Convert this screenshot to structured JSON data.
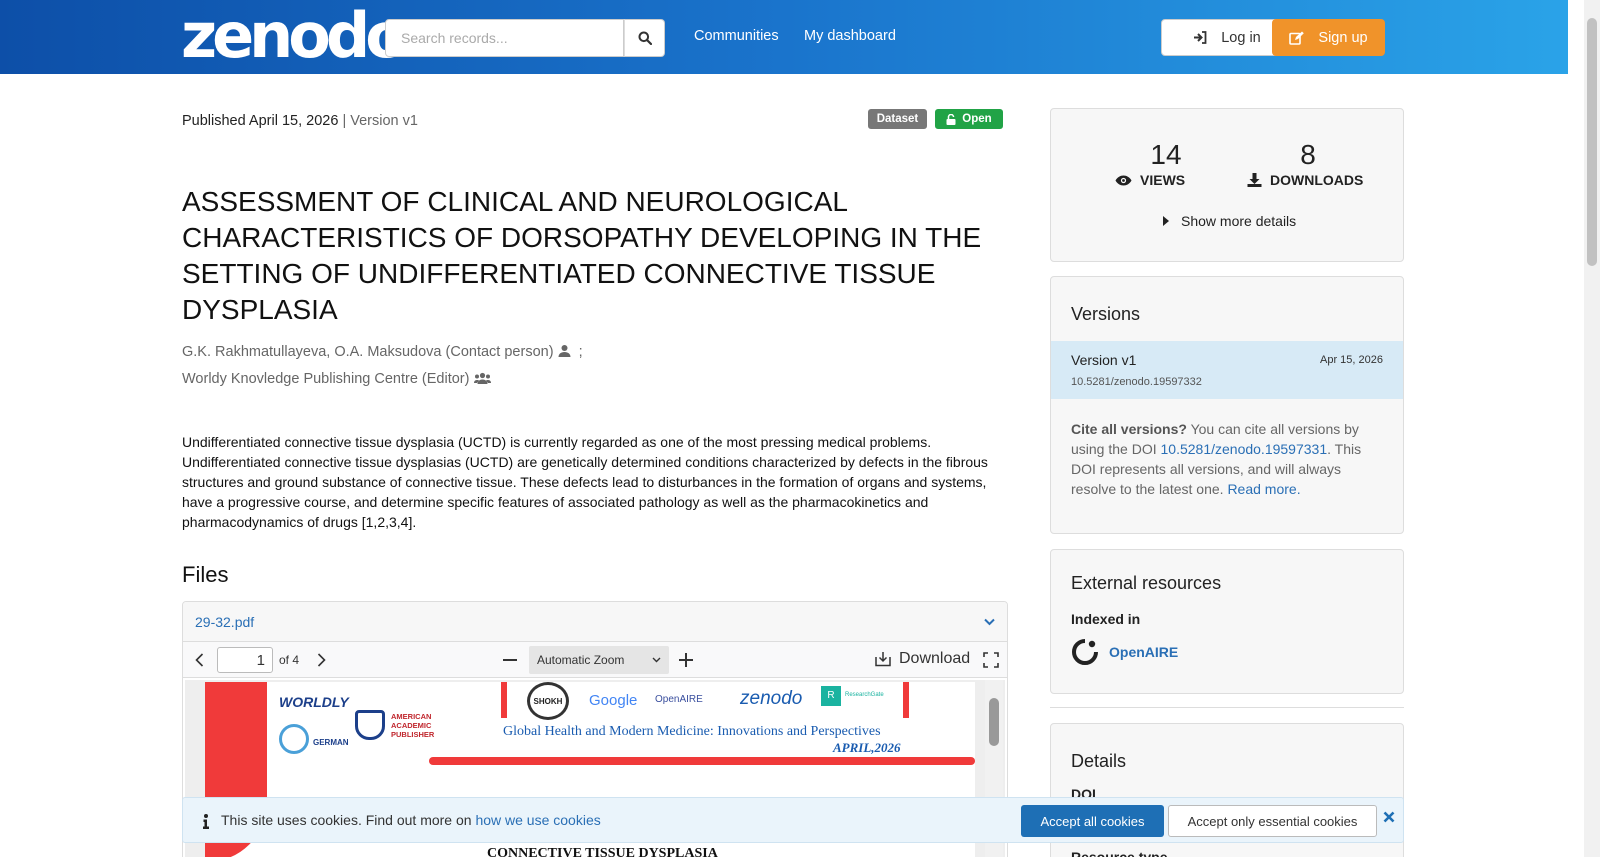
{
  "header": {
    "logo": "zenodo",
    "search_placeholder": "Search records...",
    "nav": [
      "Communities",
      "My dashboard"
    ],
    "login": "Log in",
    "signup": "Sign up"
  },
  "record": {
    "published_label": "Published April 15, 2026",
    "version_label": "| Version v1",
    "badge_type": "Dataset",
    "badge_access": "Open",
    "title": "ASSESSMENT OF CLINICAL AND NEUROLOGICAL CHARACTERISTICS OF DORSOPATHY DEVELOPING IN THE SETTING OF UNDIFFERENTIATED CONNECTIVE TISSUE DYSPLASIA",
    "authors": "G.K. Rakhmatullayeva, O.A. Maksudova (Contact person)",
    "authors_suffix": ";",
    "editor": "Worldy Knovledge Publishing Centre (Editor)",
    "abstract": "Undifferentiated connective tissue dysplasia (UCTD) is currently regarded as one of the most pressing medical problems. Undifferentiated connective tissue dysplasias (UCTD) are genetically determined conditions characterized by defects in the fibrous structures and ground substance of connective tissue. These defects lead to disturbances in the formation of organs and systems, have a progressive course, and determine specific features of associated pathology as well as the pharmacokinetics and pharmacodynamics of drugs [1,2,3,4]."
  },
  "files": {
    "heading": "Files",
    "filename": "29-32.pdf",
    "page": "1",
    "page_of": "of 4",
    "zoom": "Automatic Zoom",
    "download": "Download",
    "preview": {
      "brand1": "WORLDLY",
      "brand2": "GERMAN",
      "brand3": "AMERICAN ACADEMIC PUBLISHER",
      "logos": [
        "SHOKH",
        "Google",
        "OpenAIRE",
        "zenodo",
        "ResearchGate"
      ],
      "conference": "Global Health and Modern Medicine: Innovations and Perspectives",
      "date": "APRIL,2026",
      "bottom_text": "CONNECTIVE TISSUE DYSPLASIA"
    }
  },
  "stats": {
    "views": "14",
    "views_label": "VIEWS",
    "downloads": "8",
    "downloads_label": "DOWNLOADS",
    "more": "Show more details"
  },
  "versions": {
    "heading": "Versions",
    "item_label": "Version v1",
    "item_date": "Apr 15, 2026",
    "item_doi": "10.5281/zenodo.19597332",
    "cite_bold": "Cite all versions?",
    "cite_text1": " You can cite all versions by using the DOI ",
    "cite_doi": "10.5281/zenodo.19597331",
    "cite_text2": ". This DOI represents all versions, and will always resolve to the latest one. ",
    "read_more": "Read more."
  },
  "external": {
    "heading": "External resources",
    "indexed": "Indexed in",
    "resource": "OpenAIRE"
  },
  "details": {
    "heading": "Details",
    "doi_label": "DOI",
    "resource_type_label": "Resource type"
  },
  "cookie": {
    "text": "This site uses cookies. Find out more on ",
    "link": "how we use cookies",
    "accept_all": "Accept all cookies",
    "accept_essential": "Accept only essential cookies"
  },
  "colors": {
    "dataset_badge": "#777777",
    "open_badge": "#21a346",
    "signup": "#f0932a",
    "link": "#2a6fb5"
  }
}
